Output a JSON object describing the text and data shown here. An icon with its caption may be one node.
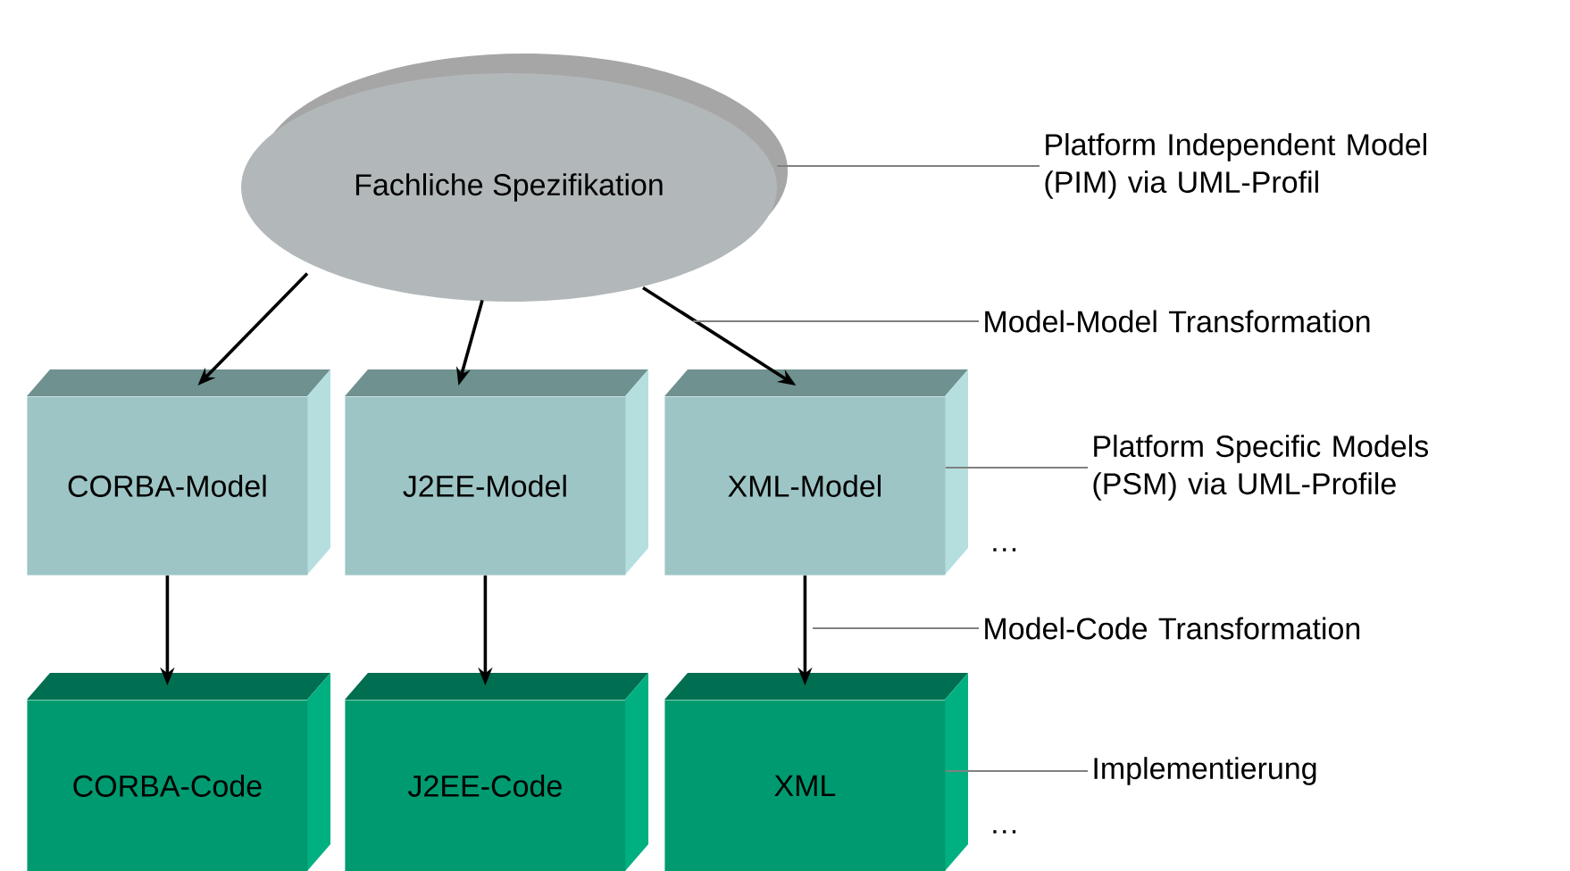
{
  "diagram": {
    "nodes": [
      {
        "text": [
          "Fachliche Spezifikation"
        ]
      },
      {
        "text": [
          "CORBA-Model"
        ]
      },
      {
        "text": [
          "J2EE-Model"
        ]
      },
      {
        "text": [
          "XML-Model"
        ]
      },
      {
        "text": [
          "CORBA-Code"
        ]
      },
      {
        "text": [
          "J2EE-Code"
        ]
      },
      {
        "text": [
          "XML"
        ]
      },
      {
        "text": [
          "Platform Independent Model (PIM) via UML-Profil"
        ]
      },
      {
        "text": [
          "Model-Model Transformation"
        ]
      },
      {
        "text": [
          "Platform Specific Models (PSM) via UML-Profile"
        ]
      },
      {
        "text": [
          "Model-Code Transformation"
        ]
      },
      {
        "text": [
          "Implementierung"
        ]
      }
    ],
    "edges": [
      {
        "from": 0,
        "to": 1,
        "arrow": "to"
      },
      {
        "from": 0,
        "to": 2,
        "arrow": "to"
      },
      {
        "from": 0,
        "to": 3,
        "arrow": "to"
      },
      {
        "from": 1,
        "to": 4,
        "arrow": "to"
      },
      {
        "from": 2,
        "to": 5,
        "arrow": "to"
      },
      {
        "from": 3,
        "to": 6,
        "arrow": "to"
      },
      {
        "from": 7,
        "to": 0,
        "arrow": "none",
        "color": "#808080"
      },
      {
        "from": 8,
        "to": null,
        "arrow": "none",
        "color": "#808080"
      },
      {
        "from": 9,
        "to": 3,
        "arrow": "none",
        "color": "#808080"
      },
      {
        "from": 10,
        "to": null,
        "arrow": "none",
        "color": "#808080"
      },
      {
        "from": 11,
        "to": 6,
        "arrow": "none",
        "color": "#808080"
      }
    ],
    "labels": [
      "…",
      "…"
    ]
  }
}
